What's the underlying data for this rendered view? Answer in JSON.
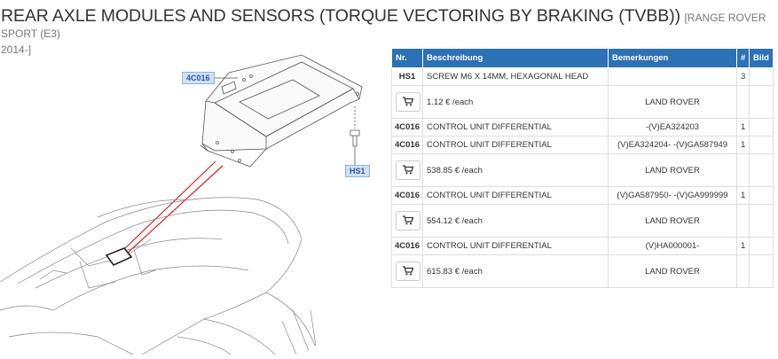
{
  "header": {
    "title": "REAR AXLE MODULES AND SENSORS (TORQUE VECTORING BY BRAKING (TVBB))",
    "subtitle_line1": "[RANGE ROVER SPORT (E3)",
    "subtitle_line2": "2014-]"
  },
  "diagram": {
    "callouts": [
      "4C016",
      "HS1"
    ]
  },
  "table": {
    "headers": [
      "Nr.",
      "Beschreibung",
      "Bemerkungen",
      "#",
      "Bild"
    ],
    "parts": [
      {
        "nr": "HS1",
        "description": "SCREW M6 X 14MM, HEXAGONAL HEAD",
        "remarks": "",
        "qty": "3",
        "price": "1.12 € /each",
        "brand": "LAND ROVER"
      },
      {
        "nr": "4C016",
        "description": "CONTROL UNIT DIFFERENTIAL",
        "remarks": "-(V)EA324203",
        "qty": "1"
      },
      {
        "nr": "4C016",
        "description": "CONTROL UNIT DIFFERENTIAL",
        "remarks": "(V)EA324204- -(V)GA587949",
        "qty": "1",
        "price": "538.85 € /each",
        "brand": "LAND ROVER"
      },
      {
        "nr": "4C016",
        "description": "CONTROL UNIT DIFFERENTIAL",
        "remarks": "(V)GA587950- -(V)GA999999",
        "qty": "1",
        "price": "554.12 € /each",
        "brand": "LAND ROVER"
      },
      {
        "nr": "4C016",
        "description": "CONTROL UNIT DIFFERENTIAL",
        "remarks": "(V)HA000001-",
        "qty": "1",
        "price": "615.83 € /each",
        "brand": "LAND ROVER"
      }
    ]
  },
  "icons": {
    "cart": "shopping-cart-icon"
  },
  "colors": {
    "header_bg": "#2c70b5",
    "callout_bg": "#cfe0f6",
    "leader_line": "#e02020"
  }
}
